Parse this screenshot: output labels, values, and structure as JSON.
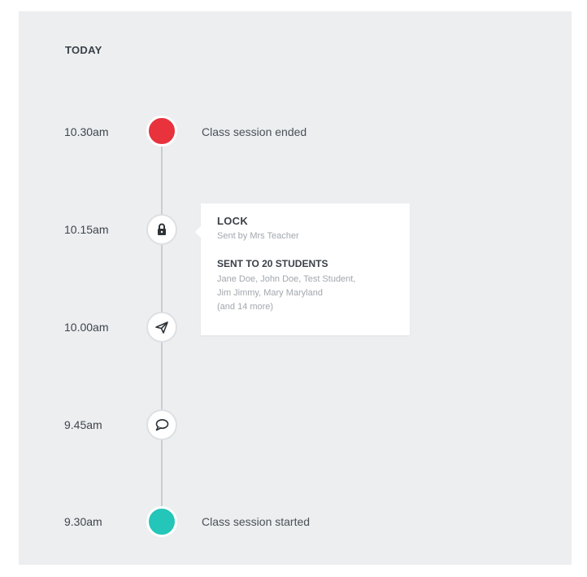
{
  "timeline": {
    "heading": "TODAY",
    "events": [
      {
        "time": "10.30am",
        "label": "Class session ended",
        "icon": "red-dot"
      },
      {
        "time": "10.15am",
        "label": "",
        "icon": "lock-icon"
      },
      {
        "time": "10.00am",
        "label": "",
        "icon": "send-icon"
      },
      {
        "time": "9.45am",
        "label": "",
        "icon": "chat-bubble-icon"
      },
      {
        "time": "9.30am",
        "label": "Class session started",
        "icon": "teal-dot"
      }
    ]
  },
  "popover": {
    "title": "LOCK",
    "sender": "Sent by Mrs Teacher",
    "sent_to_title": "SENT TO 20 STUDENTS",
    "recipients_line1": "Jane Doe, John Doe, Test Student,",
    "recipients_line2": "Jim Jimmy, Mary Maryland",
    "more": "(and 14 more)"
  },
  "colors": {
    "background": "#eceef0",
    "ended": "#e8323c",
    "started": "#23c6b9",
    "line": "#c9cdd1"
  }
}
